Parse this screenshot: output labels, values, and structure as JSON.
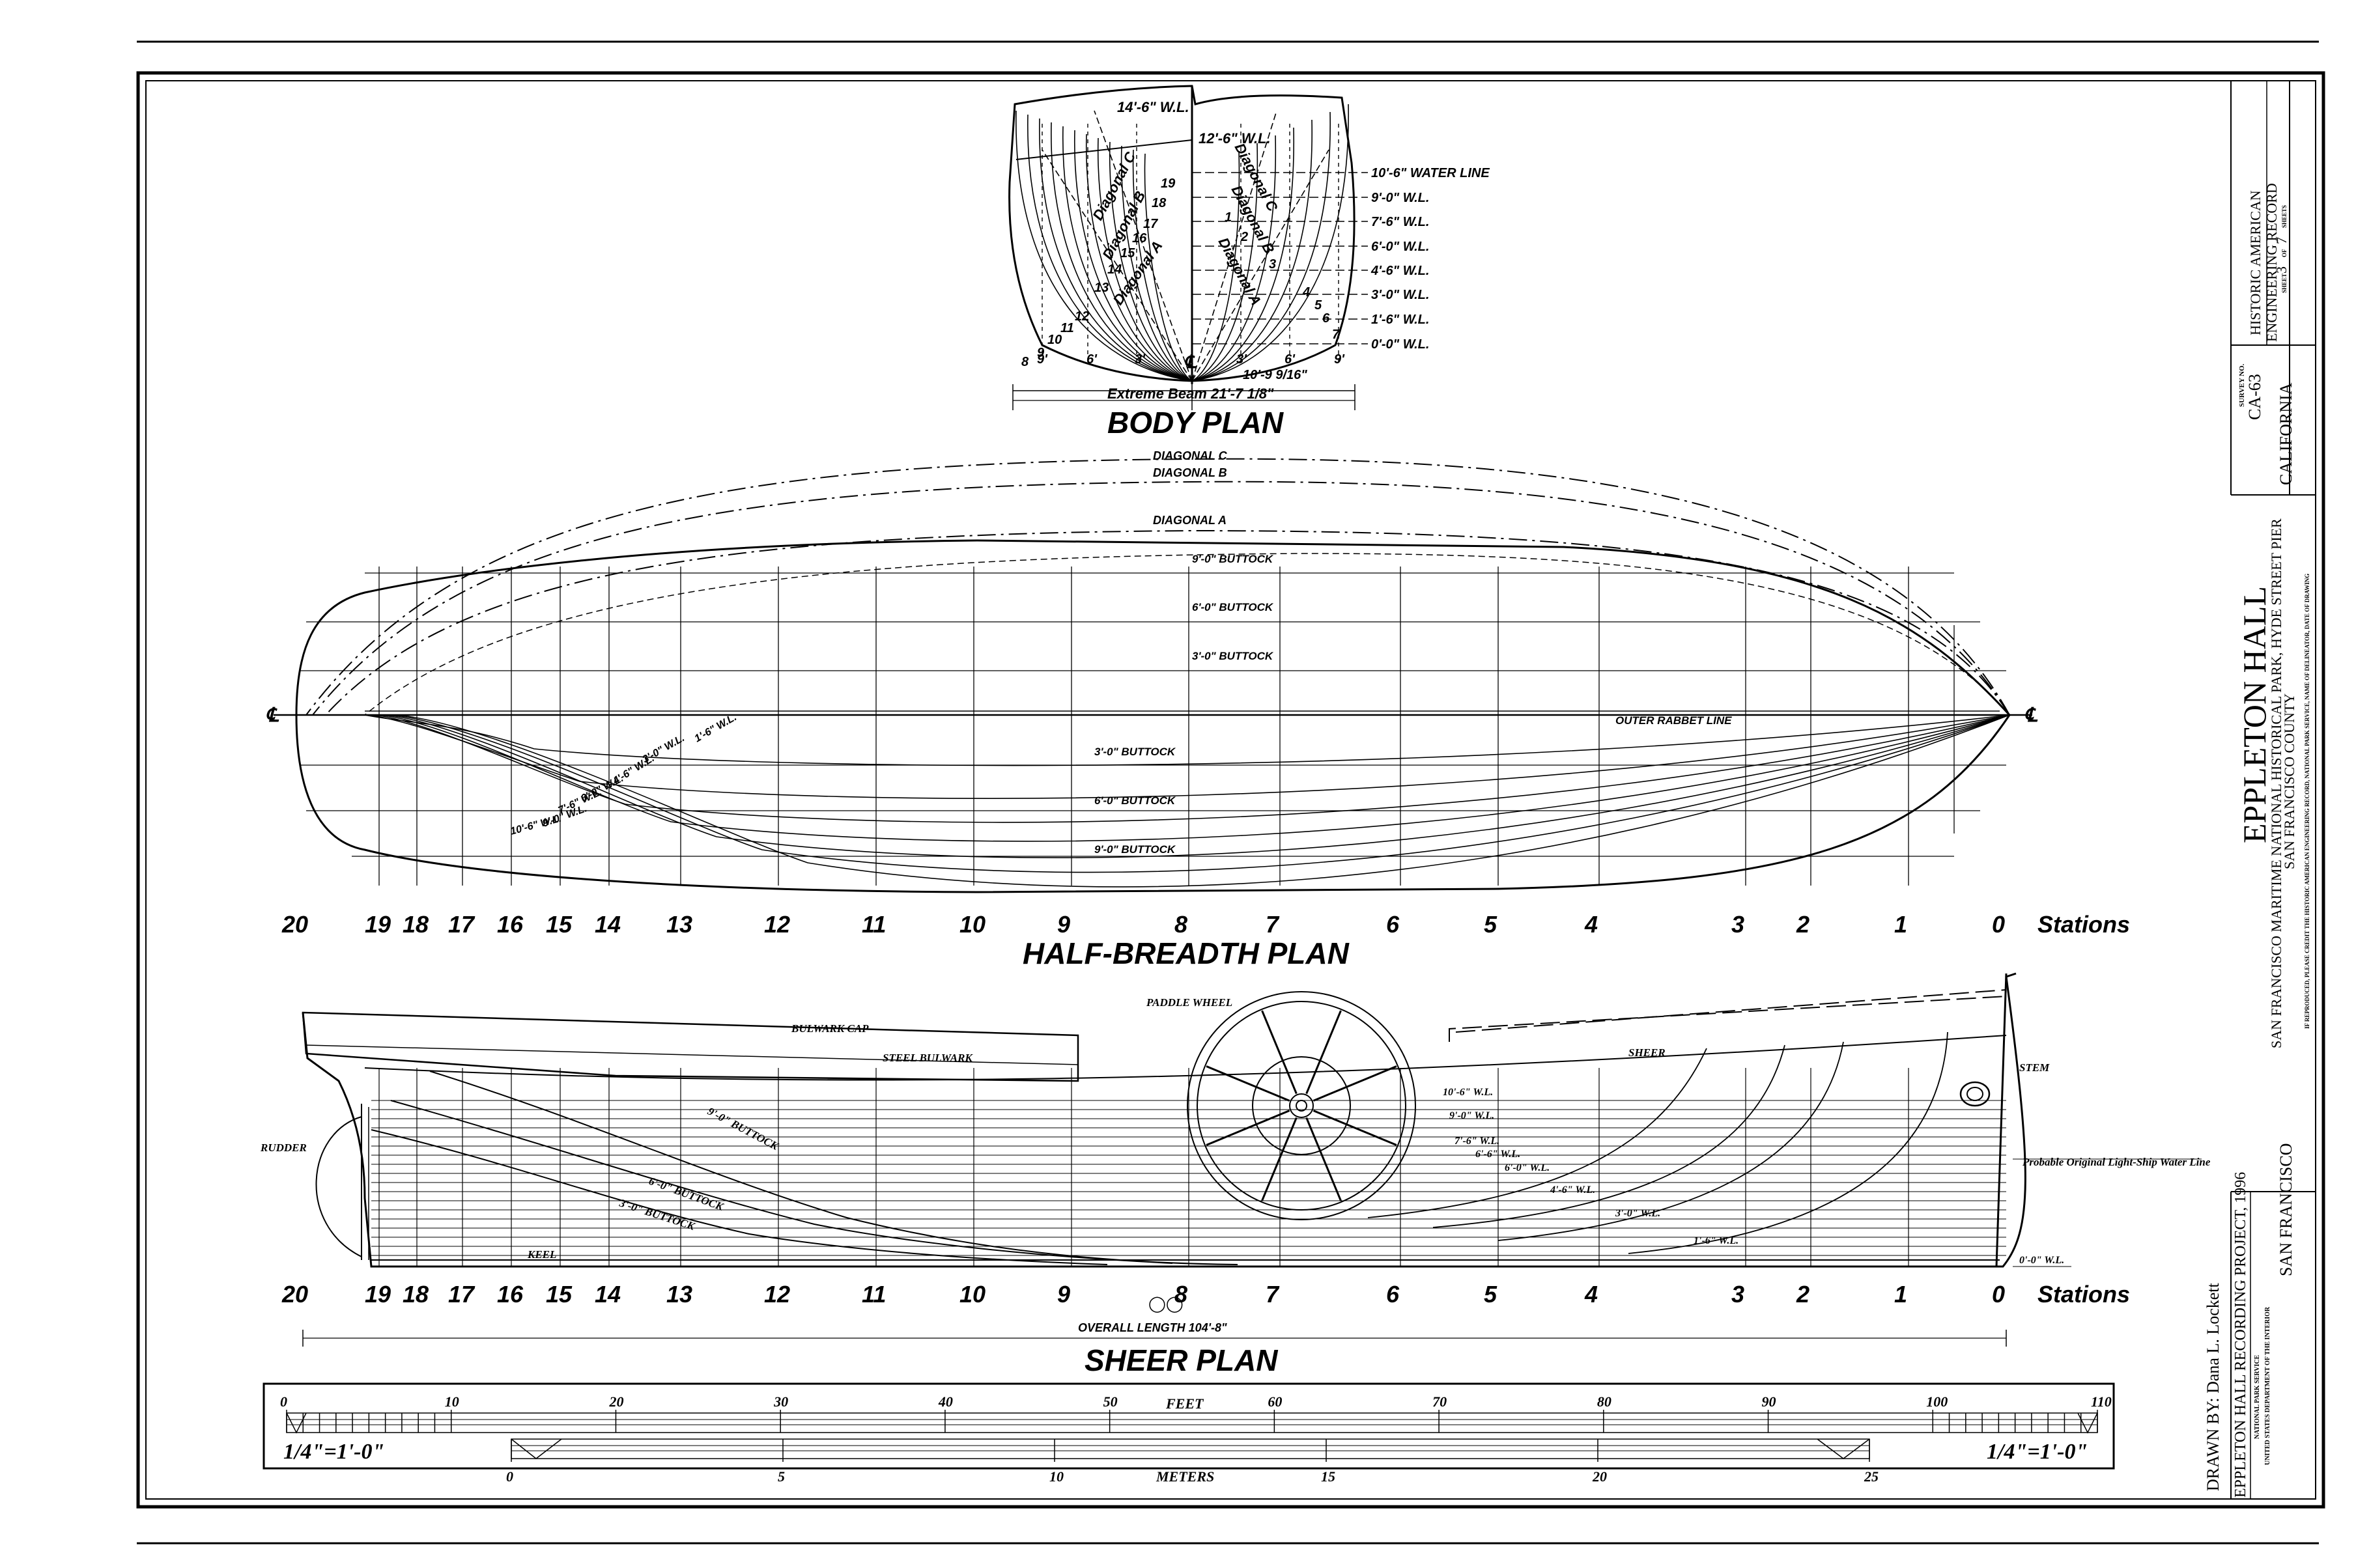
{
  "body_plan": {
    "title": "BODY PLAN",
    "top_label": "14'-6\" W.L.",
    "upper_label": "12'-6\" W.L.",
    "waterlines": [
      "10'-6\" WATER LINE",
      "9'-0\" W.L.",
      "7'-6\" W.L.",
      "6'-0\" W.L.",
      "4'-6\" W.L.",
      "3'-0\" W.L.",
      "1'-6\" W.L.",
      "0'-0\" W.L."
    ],
    "diagonals_left": [
      "Diagonal C",
      "Diagonal B",
      "Diagonal A"
    ],
    "diagonals_right": [
      "Diagonal C",
      "Diagonal B",
      "Diagonal A"
    ],
    "stations_left": [
      "19",
      "18",
      "17",
      "16",
      "15",
      "14",
      "13",
      "12",
      "11",
      "10",
      "9",
      "8"
    ],
    "stations_right": [
      "1",
      "2",
      "3",
      "4",
      "5",
      "6",
      "7"
    ],
    "scale_left": [
      "9'",
      "6'",
      "3'"
    ],
    "scale_center": "℄",
    "scale_right": [
      "3'",
      "6'",
      "9'"
    ],
    "half_beam": "10'-9 9/16\"",
    "extreme_beam": "Extreme Beam 21'-7 1/8\""
  },
  "half_breadth": {
    "title": "HALF-BREADTH PLAN",
    "diagonals": [
      "DIAGONAL C",
      "DIAGONAL B",
      "DIAGONAL A"
    ],
    "buttocks_upper": [
      "9'-0\" BUTTOCK",
      "6'-0\" BUTTOCK",
      "3'-0\" BUTTOCK"
    ],
    "buttocks_lower": [
      "3'-0\" BUTTOCK",
      "6'-0\" BUTTOCK",
      "9'-0\" BUTTOCK"
    ],
    "waterlines": [
      "1'-6\" W.L.",
      "3'-0\" W.L.",
      "4'-6\" W.L.",
      "6'-0\" W.L.",
      "7'-6\" W.L.",
      "9'-0\" W.L.",
      "10'-6\" W.L."
    ],
    "rabbet": "OUTER RABBET LINE",
    "centerline": "℄"
  },
  "stations": [
    "20",
    "19",
    "18",
    "17",
    "16",
    "15",
    "14",
    "13",
    "12",
    "11",
    "10",
    "9",
    "8",
    "7",
    "6",
    "5",
    "4",
    "3",
    "2",
    "1",
    "0"
  ],
  "stations_suffix": "Stations",
  "sheer_plan": {
    "title": "SHEER PLAN",
    "bulwark_cap": "BULWARK CAP",
    "steel_bulwark": "STEEL BULWARK",
    "paddle_wheel": "PADDLE WHEEL",
    "sheer": "SHEER",
    "stem": "STEM",
    "rudder": "RUDDER",
    "keel": "KEEL",
    "buttocks": [
      "9'-0\" BUTTOCK",
      "6'-0\" BUTTOCK",
      "3'-0\" BUTTOCK"
    ],
    "waterlines": [
      "10'-6\" W.L.",
      "9'-0\" W.L.",
      "7'-6\" W.L.",
      "6'-6\" W.L.",
      "6'-0\" W.L.",
      "4'-6\" W.L.",
      "3'-0\" W.L.",
      "1'-6\" W.L.",
      "0'-0\" W.L."
    ],
    "lightship_wl": "Probable Original Light-Ship Water Line",
    "overall_length": "OVERALL LENGTH 104'-8\"",
    "midship_mark": "◯◯"
  },
  "scale_bar": {
    "feet_ticks": [
      "0",
      "10",
      "20",
      "30",
      "40",
      "50",
      "60",
      "70",
      "80",
      "90",
      "100",
      "110"
    ],
    "feet_label": "FEET",
    "meter_ticks": [
      "0",
      "5",
      "10",
      "15",
      "20",
      "25"
    ],
    "meter_label": "METERS",
    "ratio_left": "1/4\"=1'-0\"",
    "ratio_right": "1/4\"=1'-0\""
  },
  "title_block": {
    "drawn_by": "DRAWN BY:  Dana L. Lockett",
    "project": "EPPLETON HALL RECORDING PROJECT, 1996",
    "agency": "NATIONAL PARK SERVICE",
    "dept": "UNITED STATES DEPARTMENT OF THE INTERIOR",
    "ship_name": "EPPLETON HALL",
    "location_line": "SAN FRANCISCO MARITIME NATIONAL HISTORICAL PARK, HYDE STREET PIER",
    "county": "SAN FRANCISCO COUNTY",
    "city": "SAN FRANCISCO",
    "state": "CALIFORNIA",
    "credit": "IF REPRODUCED, PLEASE CREDIT THE HISTORIC AMERICAN ENGINEERING RECORD, NATIONAL PARK SERVICE, NAME OF DELINEATOR, DATE OF DRAWING",
    "survey_label": "SURVEY NO.",
    "survey_no": "CA-63",
    "haer_line1": "HISTORIC AMERICAN",
    "haer_line2": "ENGINEERING RECORD",
    "sheet_word": "SHEET",
    "sheet_no": "3",
    "sheet_of": "OF",
    "sheet_total": "7",
    "sheets_word": "SHEETS"
  }
}
